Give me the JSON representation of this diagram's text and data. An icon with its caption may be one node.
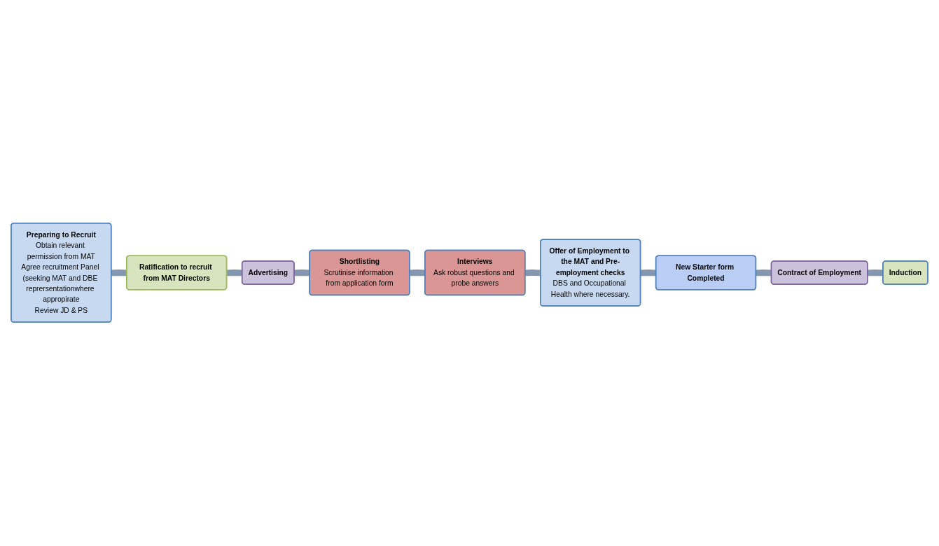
{
  "diagram": {
    "nodes": [
      {
        "text": [
          "Preparing to Recruit",
          "Obtain relevant permission from MAT",
          "Agree recruitment Panel (seeking MAT and DBE reprersentationwhere appropirate",
          "Review JD & PS"
        ]
      },
      {
        "text": [
          "Ratification to recruit from MAT Directors"
        ]
      },
      {
        "text": [
          "Advertising"
        ]
      },
      {
        "text": [
          "Shortlisting",
          "Scrutinise information from application form"
        ]
      },
      {
        "text": [
          "Interviews",
          "Ask robust questions and probe answers"
        ]
      },
      {
        "text": [
          "Offer of Employment to the MAT and Pre-employment checks",
          "DBS and Occupational Health where necessary."
        ]
      },
      {
        "text": [
          "New Starter form Completed"
        ]
      },
      {
        "text": [
          "Contract of Employment"
        ]
      },
      {
        "text": [
          "Induction"
        ]
      }
    ],
    "edges": [
      {
        "from": 0,
        "to": 1,
        "arrow": "none"
      },
      {
        "from": 1,
        "to": 2,
        "arrow": "none"
      },
      {
        "from": 2,
        "to": 3,
        "arrow": "none"
      },
      {
        "from": 3,
        "to": 4,
        "arrow": "none"
      },
      {
        "from": 4,
        "to": 5,
        "arrow": "none"
      },
      {
        "from": 5,
        "to": 6,
        "arrow": "none"
      },
      {
        "from": 6,
        "to": 7,
        "arrow": "none"
      },
      {
        "from": 7,
        "to": 8,
        "arrow": "none"
      }
    ]
  }
}
